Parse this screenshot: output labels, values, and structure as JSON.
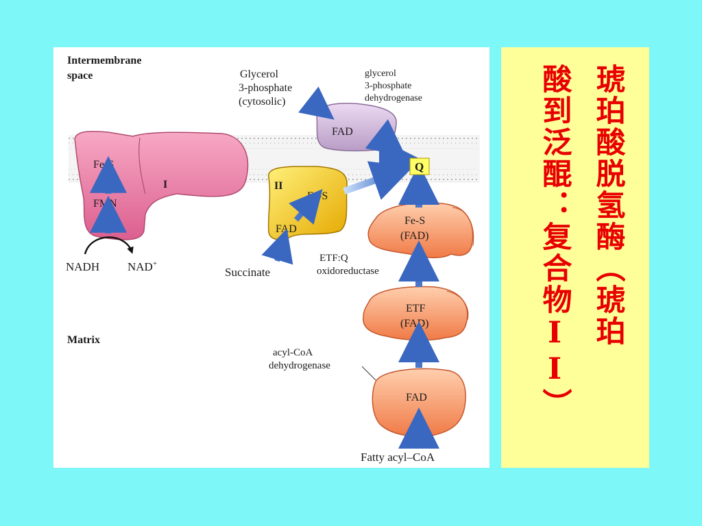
{
  "slide": {
    "background_color": "#7df7f7",
    "caption_background": "#ffff99",
    "caption_color": "#e80000"
  },
  "figure": {
    "intermembrane": "Intermembrane",
    "space": "space",
    "matrix": "Matrix",
    "complex1": {
      "fes": "Fe-S",
      "fmn": "FMN",
      "roman": "I"
    },
    "nadh": "NADH",
    "nad": "NAD",
    "nad_sup": "+",
    "complex2": {
      "roman": "II",
      "fes": "Fe-S",
      "fad": "FAD"
    },
    "succinate": "Succinate",
    "glycerol": [
      "Glycerol",
      "3-phosphate",
      "(cytosolic)"
    ],
    "g3pdh": [
      "glycerol",
      "3-phosphate",
      "dehydrogenase"
    ],
    "g3pdh_fad": "FAD",
    "q": "Q",
    "etfq": {
      "fes": "Fe-S",
      "fad": "(FAD)",
      "label": [
        "ETF:Q",
        "oxidoreductase"
      ]
    },
    "etf": {
      "name": "ETF",
      "fad": "(FAD)"
    },
    "acyl": {
      "label": [
        "acyl-CoA",
        "dehydrogenase"
      ],
      "fad": "FAD"
    },
    "fatty": "Fatty acyl–CoA"
  },
  "caption": {
    "col1": "琥珀酸脱氢酶（琥珀",
    "col2": "酸到泛醌：复合物II）"
  }
}
